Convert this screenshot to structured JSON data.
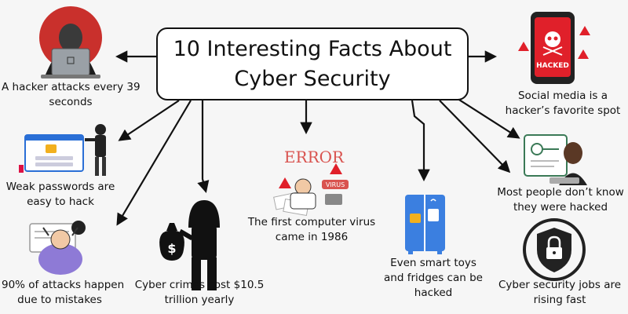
{
  "title": {
    "line1": "10 Interesting Facts About",
    "line2": "Cyber Security"
  },
  "facts": [
    {
      "line1": "A hacker attacks every 39",
      "line2": "seconds",
      "icon": "hacker-laptop-icon"
    },
    {
      "line1": "Weak passwords are",
      "line2": "easy to hack",
      "icon": "password-login-icon"
    },
    {
      "line1": "90% of attacks happen",
      "line2": "due to mistakes",
      "icon": "stressed-user-icon"
    },
    {
      "line1": "Cyber crimes cost $10.5",
      "line2": "trillion yearly",
      "icon": "thief-money-bag-icon"
    },
    {
      "line1": "The first computer virus",
      "line2": "came in 1986",
      "icon": "error-virus-icon"
    },
    {
      "line1": "Even smart toys",
      "line2": "and fridges can be",
      "line3": "hacked",
      "icon": "smart-fridge-icon"
    },
    {
      "line1": "Social media is a",
      "line2": "hacker’s favorite spot",
      "icon": "hacked-phone-icon"
    },
    {
      "line1": "Most people don’t know",
      "line2": "they were hacked",
      "icon": "phishing-user-icon"
    },
    {
      "line1": "Cyber security jobs are",
      "line2": "rising fast",
      "icon": "security-shield-lock-icon"
    }
  ],
  "image_text": {
    "error": "ERROR",
    "virus": "VIRUS",
    "hacked": "HACKED",
    "dollar": "$"
  },
  "colors": {
    "background": "#f6f6f6",
    "outline": "#111111",
    "alert_red": "#e0202a",
    "screen_blue": "#2a6fd6",
    "fridge_blue": "#3b7fe0"
  }
}
